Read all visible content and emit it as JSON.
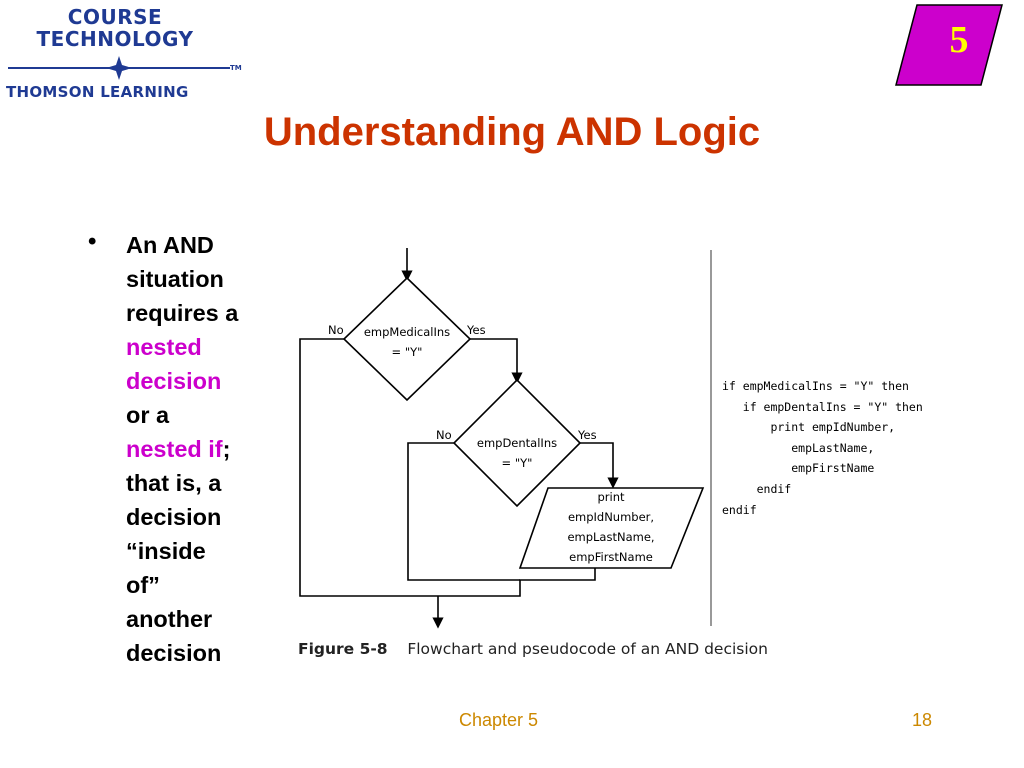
{
  "logo": {
    "line1": "COURSE",
    "line2": "TECHNOLOGY",
    "line3": "THOMSON LEARNING",
    "tm": "TM",
    "brand_color": "#1f3a93"
  },
  "badge": {
    "number": "5",
    "bg_color": "#cc00cc",
    "text_color": "#ffff00"
  },
  "title": "Understanding AND Logic",
  "bullet": {
    "dot": "•",
    "line1": "An AND",
    "line2": "situation",
    "line3": "requires a",
    "hl1a": "nested",
    "hl1b": "decision",
    "line4": "or a",
    "hl2": "nested if",
    "semi": ";",
    "line5": "that is, a",
    "line6": "decision",
    "line7": "“inside",
    "line8": "of”",
    "line9": "another",
    "line10": "decision"
  },
  "flowchart": {
    "d1a": "empMedicalIns",
    "d1b": "= \"Y\"",
    "d1_no": "No",
    "d1_yes": "Yes",
    "d2a": "empDentalIns",
    "d2b": "= \"Y\"",
    "d2_no": "No",
    "d2_yes": "Yes",
    "io1": "print",
    "io2": "empIdNumber,",
    "io3": "empLastName,",
    "io4": "empFirstName"
  },
  "pseudocode": {
    "l1": "if empMedicalIns = \"Y\" then",
    "l2": "   if empDentalIns = \"Y\" then",
    "l3": "       print empIdNumber,",
    "l4": "          empLastName,",
    "l5": "          empFirstName",
    "l6": "     endif",
    "l7": "endif"
  },
  "caption": {
    "fig": "Figure 5-8",
    "text": "Flowchart and pseudocode of an AND decision"
  },
  "footer": {
    "chapter": "Chapter 5",
    "page": "18"
  }
}
